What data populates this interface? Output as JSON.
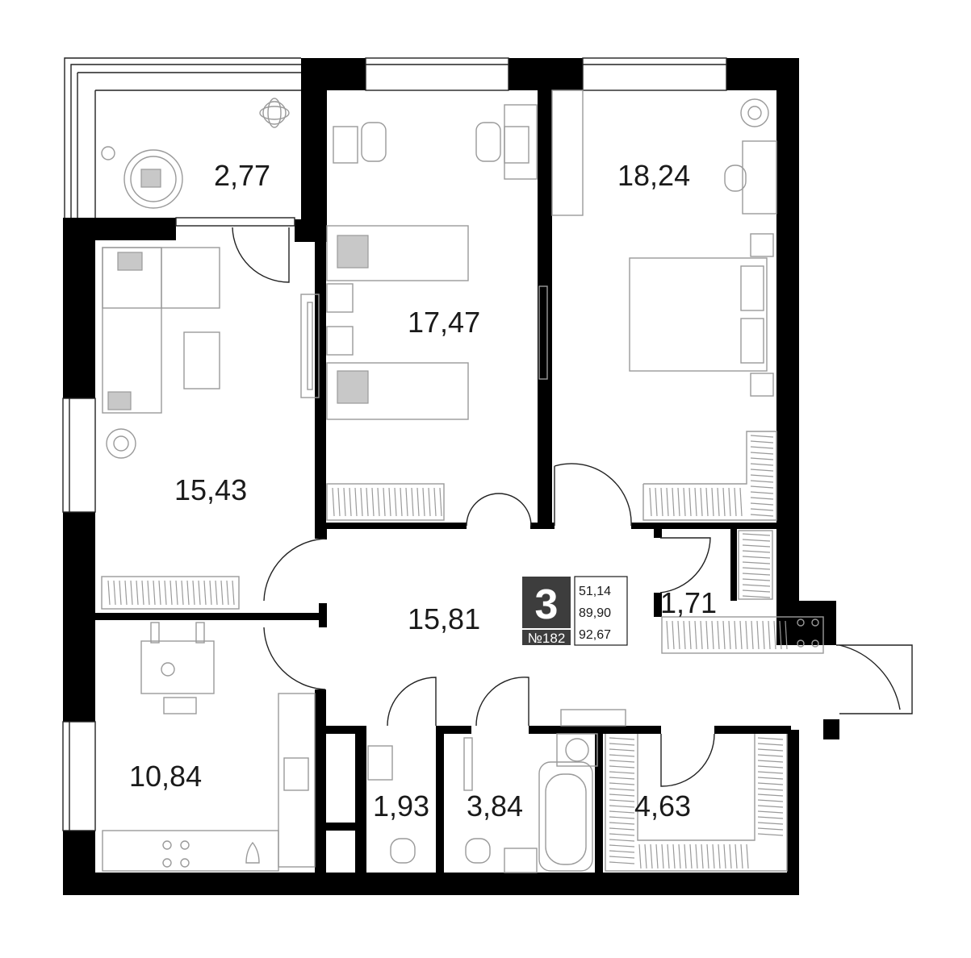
{
  "colors": {
    "wall": "#000000",
    "furniture": "#9a9a9a",
    "badge": "#3d3d3d"
  },
  "rooms": [
    {
      "id": "balcony",
      "area": "2,77"
    },
    {
      "id": "kids-bedroom",
      "area": "17,47"
    },
    {
      "id": "master-bedroom",
      "area": "18,24"
    },
    {
      "id": "living-room",
      "area": "15,43"
    },
    {
      "id": "hall",
      "area": "15,81"
    },
    {
      "id": "storage",
      "area": "1,71"
    },
    {
      "id": "kitchen",
      "area": "10,84"
    },
    {
      "id": "toilet",
      "area": "1,93"
    },
    {
      "id": "bathroom",
      "area": "3,84"
    },
    {
      "id": "wardrobe",
      "area": "4,63"
    }
  ],
  "summary": {
    "rooms_count": "3",
    "apartment_number": "№182",
    "areas": [
      "51,14",
      "89,90",
      "92,67"
    ]
  }
}
